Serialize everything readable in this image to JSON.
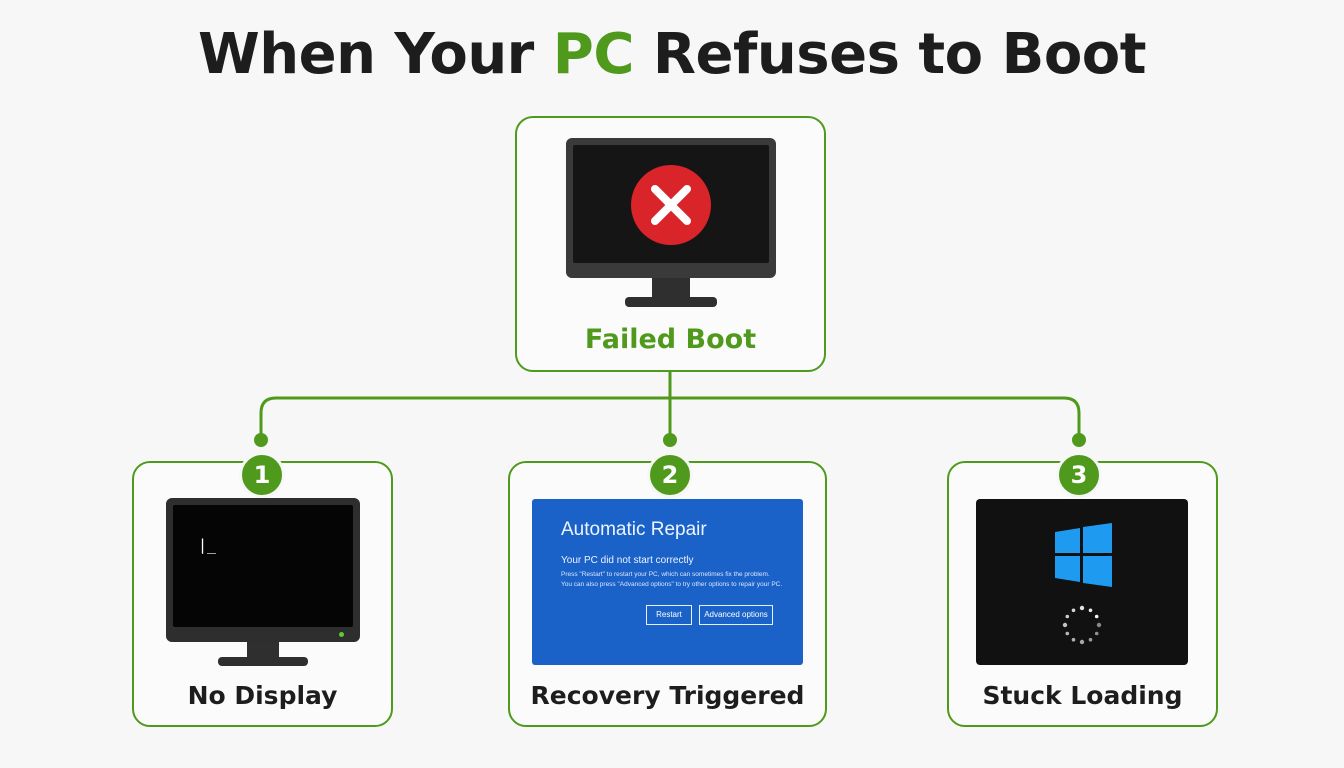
{
  "title": {
    "before": "When Your ",
    "accent": "PC",
    "after": " Refuses to Boot"
  },
  "root": {
    "label": "Failed Boot"
  },
  "branches": [
    {
      "number": "1",
      "label": "No Display",
      "cursor": "|_"
    },
    {
      "number": "2",
      "label": "Recovery Triggered"
    },
    {
      "number": "3",
      "label": "Stuck Loading"
    }
  ],
  "repair_screen": {
    "title": "Automatic Repair",
    "subtitle": "Your PC did not start correctly",
    "line1": "Press \"Restart\" to restart your PC, which can sometimes fix the problem.",
    "line2": "You can also press \"Advanced options\" to try other options to repair your PC.",
    "restart_label": "Restart",
    "advanced_label": "Advanced options"
  },
  "colors": {
    "accent": "#4f9a1c",
    "error": "#d9252a",
    "repair_blue": "#1a62c8",
    "windows_blue": "#1e9bf0"
  },
  "icons": [
    "error-x-icon",
    "monitor-icon",
    "windows-logo-icon",
    "loading-spinner-icon"
  ]
}
